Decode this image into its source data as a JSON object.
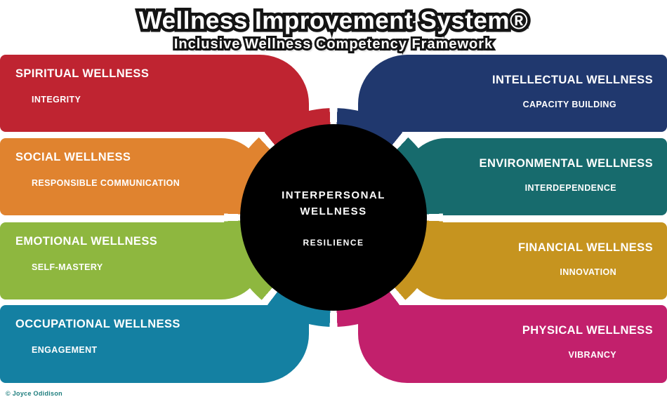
{
  "title": "Wellness Improvement System®",
  "subtitle": "Inclusive Wellness Competency Framework",
  "center": {
    "label": "INTERPERSONAL WELLNESS",
    "competency": "RESILIENCE",
    "bg_color": "#000000"
  },
  "left_bars": [
    {
      "name": "SPIRITUAL WELLNESS",
      "competency": "INTEGRITY",
      "color": "#BF2431"
    },
    {
      "name": "SOCIAL WELLNESS",
      "competency": "RESPONSIBLE COMMUNICATION",
      "color": "#E0832F"
    },
    {
      "name": "EMOTIONAL WELLNESS",
      "competency": "SELF-MASTERY",
      "color": "#8EB73F"
    },
    {
      "name": "OCCUPATIONAL WELLNESS",
      "competency": "ENGAGEMENT",
      "color": "#1480A2"
    }
  ],
  "right_bars": [
    {
      "name": "INTELLECTUAL WELLNESS",
      "competency": "CAPACITY BUILDING",
      "color": "#20386E"
    },
    {
      "name": "ENVIRONMENTAL WELLNESS",
      "competency": "INTERDEPENDENCE",
      "color": "#176B6D"
    },
    {
      "name": "FINANCIAL WELLNESS",
      "competency": "INNOVATION",
      "color": "#C6941F"
    },
    {
      "name": "PHYSICAL WELLNESS",
      "competency": "VIBRANCY",
      "color": "#C2206C"
    }
  ],
  "copyright": "© Joyce Odidison"
}
